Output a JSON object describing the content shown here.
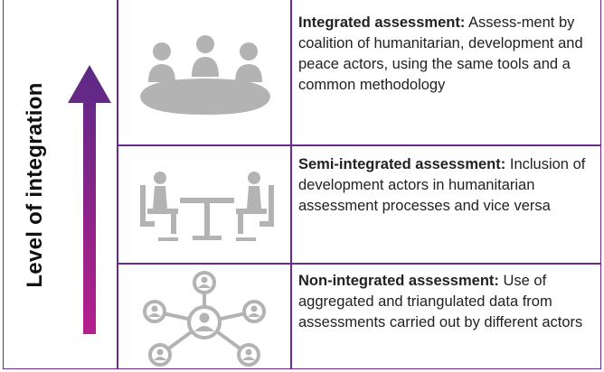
{
  "axis": {
    "label": "Level of integration"
  },
  "colors": {
    "border": "#6b2a8c",
    "arrow_top": "#5b2a86",
    "arrow_bottom": "#b51e8c",
    "icon": "#b3b3b3"
  },
  "rows": [
    {
      "icon": "meeting-table-icon",
      "title": "Integrated assessment:",
      "body": "Assess-ment by coalition of humanitarian, development and peace actors, using the same tools and a common methodology"
    },
    {
      "icon": "two-people-at-table-icon",
      "title": "Semi-integrated assessment:",
      "body": "Inclusion of development actors in humanitarian assessment processes and vice versa"
    },
    {
      "icon": "network-icon",
      "title": "Non-integrated assessment:",
      "body": "Use of aggregated and triangulated data from assessments carried out by different actors"
    }
  ]
}
